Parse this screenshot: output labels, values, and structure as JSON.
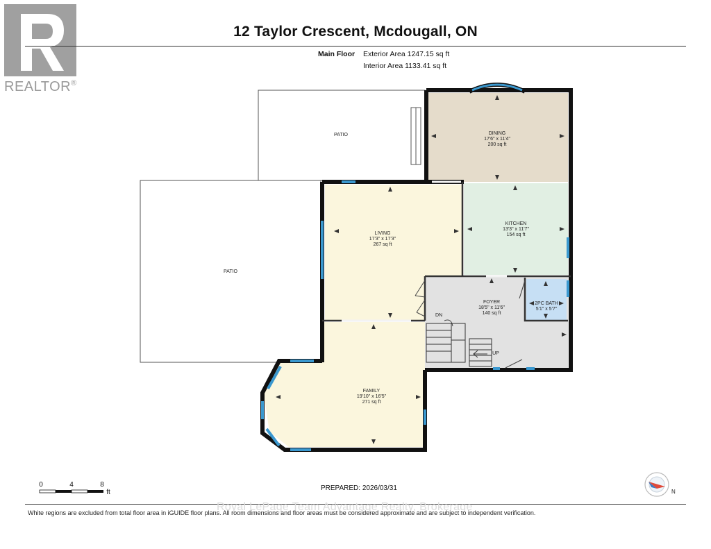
{
  "title": "12 Taylor Crescent, Mcdougall, ON",
  "floor": {
    "name": "Main Floor",
    "exterior_area": "Exterior Area 1247.15 sq ft",
    "interior_area": "Interior Area 1133.41 sq ft"
  },
  "logo": {
    "text": "REALTOR"
  },
  "rooms": {
    "dining": {
      "name": "DINING",
      "dims": "17'6\" x 11'4\"",
      "area": "200 sq ft"
    },
    "kitchen": {
      "name": "KITCHEN",
      "dims": "13'3\" x 11'7\"",
      "area": "154 sq ft"
    },
    "living": {
      "name": "LIVING",
      "dims": "17'3\" x 17'3\"",
      "area": "267 sq ft"
    },
    "foyer": {
      "name": "FOYER",
      "dims": "18'5\" x 11'6\"",
      "area": "140 sq ft"
    },
    "bath": {
      "name": "2PC BATH",
      "dims": "5'1\" x 5'7\"",
      "area": ""
    },
    "family": {
      "name": "FAMILY",
      "dims": "19'10\" x 16'5\"",
      "area": "271 sq ft"
    }
  },
  "patios": [
    "PATIO",
    "PATIO"
  ],
  "stairs": {
    "down": "DN",
    "up": "UP"
  },
  "scale": {
    "ticks": [
      "0",
      "4",
      "8"
    ],
    "unit": "ft"
  },
  "compass": {
    "label": "N"
  },
  "prepared": "PREPARED: 2026/03/31",
  "watermark": "Royal LePage Team Advantage Realty, Brokerage",
  "footer_note": "White regions are excluded from total floor area in iGUIDE floor plans. All room dimensions and floor areas must be considered approximate and are subject to independent verification.",
  "colors": {
    "dining": "#e5dccb",
    "kitchen": "#e1efe3",
    "living": "#fbf6dd",
    "foyer": "#e2e2e2",
    "bath": "#c6dff4",
    "family": "#fbf6dd",
    "wall": "#111111",
    "window": "#3a98cf"
  }
}
